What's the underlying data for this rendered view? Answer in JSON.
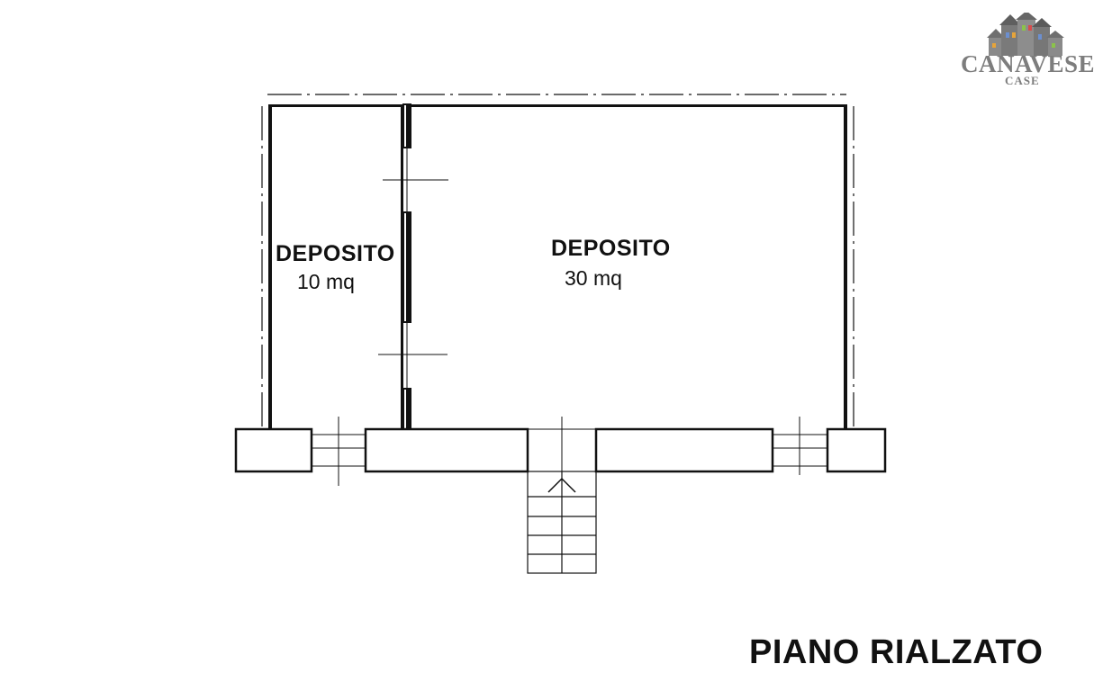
{
  "logo": {
    "text": "CANAVESE",
    "subtext": "CASE",
    "colors": [
      "#6c8fcf",
      "#e6a43a",
      "#8bc34a",
      "#d94b4b",
      "#9a9a9a"
    ]
  },
  "rooms": [
    {
      "title": "DEPOSITO",
      "area": "10 mq"
    },
    {
      "title": "DEPOSITO",
      "area": "30 mq"
    }
  ],
  "floor_title": "PIANO RIALZATO",
  "colors": {
    "wall": "#111111",
    "text": "#111111",
    "logo_gray": "#7d7d7d"
  }
}
